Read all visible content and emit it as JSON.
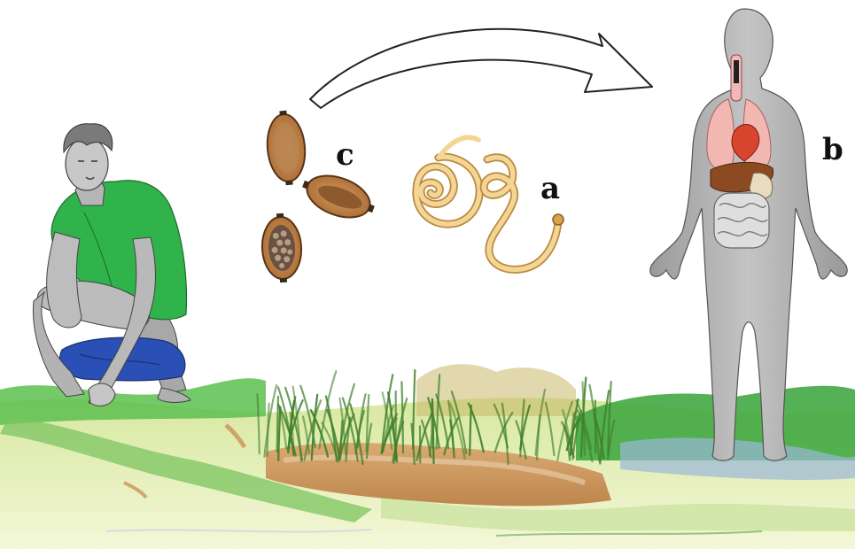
{
  "labels": {
    "a": "a",
    "b": "b",
    "c": "c"
  },
  "colors": {
    "shirt": "#2fb34a",
    "trousers": "#2a4fb5",
    "skin_grey": "#b8b8b8",
    "body_silhouette": "#a9a9a9",
    "worm": "#f3d08c",
    "egg_shell": "#c98a4e",
    "soil": "#c7874a",
    "grass": "#4f8f2f",
    "ground_light": "#e4efb0"
  },
  "icons": {
    "person": "squatting-man-figure",
    "human_body": "human-body-organs-figure",
    "eggs": "hookworm-eggs",
    "worms": "hookworm-larvae",
    "arrow": "curved-arrow"
  }
}
